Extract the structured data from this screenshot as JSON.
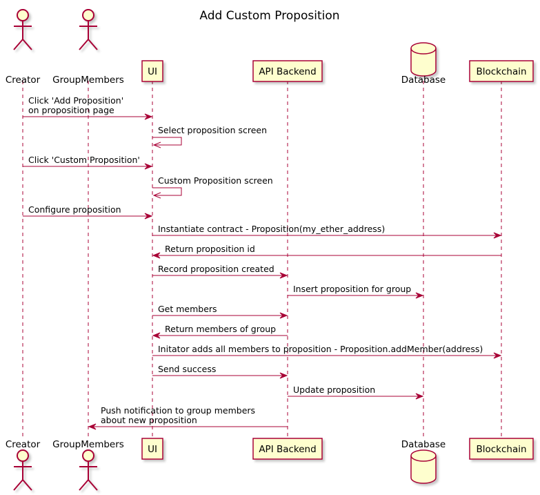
{
  "title": "Add Custom Proposition",
  "colors": {
    "line": "#A80036",
    "fill": "#FEFECE",
    "text": "#000000"
  },
  "participants": [
    {
      "id": "creator",
      "label": "Creator",
      "kind": "actor"
    },
    {
      "id": "groupmembers",
      "label": "GroupMembers",
      "kind": "actor"
    },
    {
      "id": "ui",
      "label": "UI",
      "kind": "box"
    },
    {
      "id": "api",
      "label": "API Backend",
      "kind": "box"
    },
    {
      "id": "database",
      "label": "Database",
      "kind": "database"
    },
    {
      "id": "blockchain",
      "label": "Blockchain",
      "kind": "box"
    }
  ],
  "messages": [
    {
      "from": "creator",
      "to": "ui",
      "lines": [
        "Click 'Add Proposition'",
        "on proposition page"
      ]
    },
    {
      "from": "ui",
      "to": "ui",
      "lines": [
        "Select proposition screen"
      ]
    },
    {
      "from": "creator",
      "to": "ui",
      "lines": [
        "Click 'Custom Proposition'"
      ]
    },
    {
      "from": "ui",
      "to": "ui",
      "lines": [
        "Custom Proposition screen"
      ]
    },
    {
      "from": "creator",
      "to": "ui",
      "lines": [
        "Configure proposition"
      ]
    },
    {
      "from": "ui",
      "to": "blockchain",
      "lines": [
        "Instantiate contract - Proposition(my_ether_address)"
      ]
    },
    {
      "from": "blockchain",
      "to": "ui",
      "lines": [
        "Return proposition id"
      ]
    },
    {
      "from": "ui",
      "to": "api",
      "lines": [
        "Record proposition created"
      ]
    },
    {
      "from": "api",
      "to": "database",
      "lines": [
        "Insert proposition for group"
      ]
    },
    {
      "from": "ui",
      "to": "api",
      "lines": [
        "Get members"
      ]
    },
    {
      "from": "api",
      "to": "ui",
      "lines": [
        "Return members of group"
      ]
    },
    {
      "from": "ui",
      "to": "blockchain",
      "lines": [
        "Initator adds all members to proposition - Proposition.addMember(address)"
      ]
    },
    {
      "from": "ui",
      "to": "api",
      "lines": [
        "Send success"
      ]
    },
    {
      "from": "api",
      "to": "database",
      "lines": [
        "Update proposition"
      ]
    },
    {
      "from": "api",
      "to": "groupmembers",
      "lines": [
        "Push notification to group members",
        "about new proposition"
      ]
    }
  ]
}
